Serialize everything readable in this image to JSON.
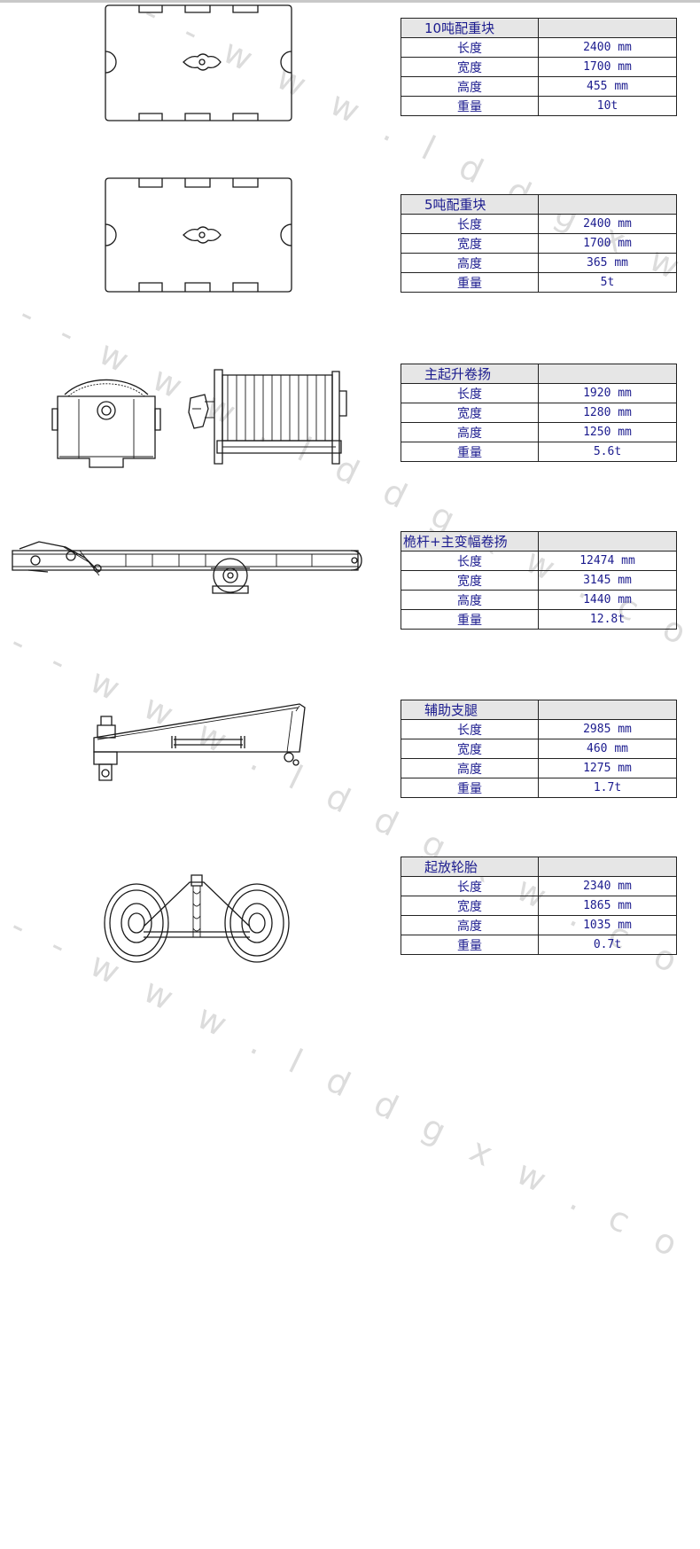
{
  "watermark": "- - - w w w . l d d g x w . c o m - - - - - - - - - - - - -",
  "items": [
    {
      "title": "10吨配重块",
      "rows": [
        {
          "label": "长度",
          "value": "2400 mm"
        },
        {
          "label": "宽度",
          "value": "1700 mm"
        },
        {
          "label": "高度",
          "value": "455 mm"
        },
        {
          "label": "重量",
          "value": "10t"
        }
      ]
    },
    {
      "title": "5吨配重块",
      "rows": [
        {
          "label": "长度",
          "value": "2400 mm"
        },
        {
          "label": "宽度",
          "value": "1700 mm"
        },
        {
          "label": "高度",
          "value": "365 mm"
        },
        {
          "label": "重量",
          "value": "5t"
        }
      ]
    },
    {
      "title": "主起升卷扬",
      "rows": [
        {
          "label": "长度",
          "value": "1920 mm"
        },
        {
          "label": "宽度",
          "value": "1280 mm"
        },
        {
          "label": "高度",
          "value": "1250 mm"
        },
        {
          "label": "重量",
          "value": "5.6t"
        }
      ]
    },
    {
      "title": "桅杆+主变幅卷扬",
      "rows": [
        {
          "label": "长度",
          "value": "12474 mm"
        },
        {
          "label": "宽度",
          "value": "3145 mm"
        },
        {
          "label": "高度",
          "value": "1440 mm"
        },
        {
          "label": "重量",
          "value": "12.8t"
        }
      ]
    },
    {
      "title": "辅助支腿",
      "rows": [
        {
          "label": "长度",
          "value": "2985 mm"
        },
        {
          "label": "宽度",
          "value": "460 mm"
        },
        {
          "label": "高度",
          "value": "1275 mm"
        },
        {
          "label": "重量",
          "value": "1.7t"
        }
      ]
    },
    {
      "title": "起放轮胎",
      "rows": [
        {
          "label": "长度",
          "value": "2340 mm"
        },
        {
          "label": "宽度",
          "value": "1865 mm"
        },
        {
          "label": "高度",
          "value": "1035 mm"
        },
        {
          "label": "重量",
          "value": "0.7t"
        }
      ]
    }
  ]
}
